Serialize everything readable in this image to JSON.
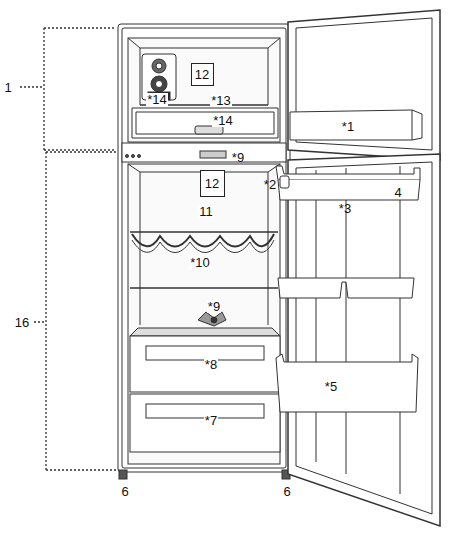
{
  "diagram": {
    "nodes": [
      {
        "text": [
          "12"
        ]
      },
      {
        "text": [
          "12"
        ]
      }
    ],
    "labels": [
      "1",
      "*14",
      "*13",
      "*14",
      "*1",
      "*9",
      "*2",
      "*3",
      "4",
      "11",
      "*10",
      "*9",
      "*8",
      "*5",
      "*7",
      "16",
      "6",
      "6"
    ]
  }
}
